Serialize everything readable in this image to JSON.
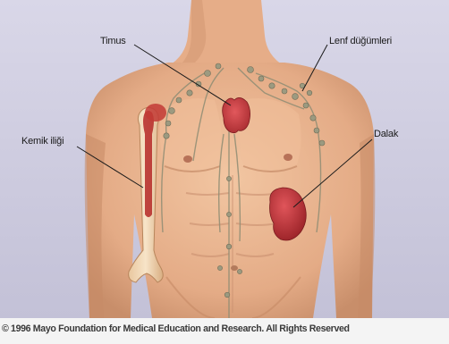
{
  "labels": {
    "timus": "Timus",
    "lenf": "Lenf düğümleri",
    "kemik": "Kemik iliği",
    "dalak": "Dalak"
  },
  "copyright": "© 1996 Mayo Foundation for Medical Education and Research. All Rights Reserved",
  "colors": {
    "background": "#cfcde0",
    "skin": "#e9b48f",
    "skin_shadow": "#c98f69",
    "organ_red": "#c8383a",
    "organ_dark": "#8e1f24",
    "bone": "#f0d6b2",
    "lymph": "#8a8a72"
  }
}
